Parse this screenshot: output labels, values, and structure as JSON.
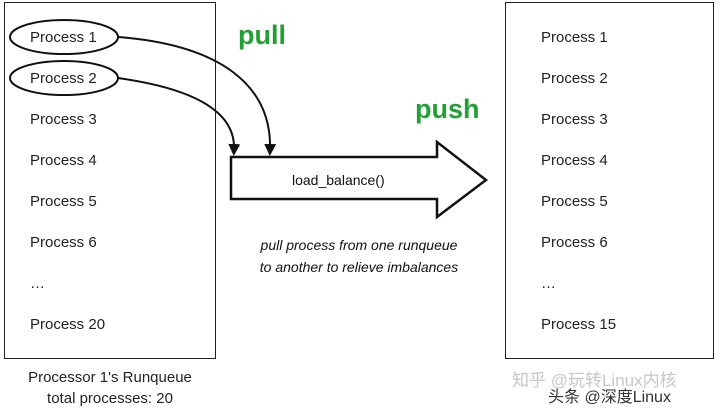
{
  "left_queue": {
    "items": [
      "Process 1",
      "Process 2",
      "Process 3",
      "Process 4",
      "Process 5",
      "Process 6",
      "…",
      "Process 20"
    ],
    "caption_line1": "Processor 1's Runqueue",
    "caption_line2": "total processes:  20"
  },
  "right_queue": {
    "items": [
      "Process 1",
      "Process 2",
      "Process 3",
      "Process 4",
      "Process 5",
      "Process 6",
      "…",
      "Process 15"
    ]
  },
  "labels": {
    "pull": "pull",
    "push": "push",
    "function": "load_balance()",
    "note_line1": "pull process from one runqueue",
    "note_line2": "to another to relieve imbalances"
  },
  "watermark": {
    "line1": "知乎 @玩转Linux内核",
    "line2": "头条 @深度Linux"
  },
  "colors": {
    "accent": "#22a035",
    "outline": "#222222"
  }
}
